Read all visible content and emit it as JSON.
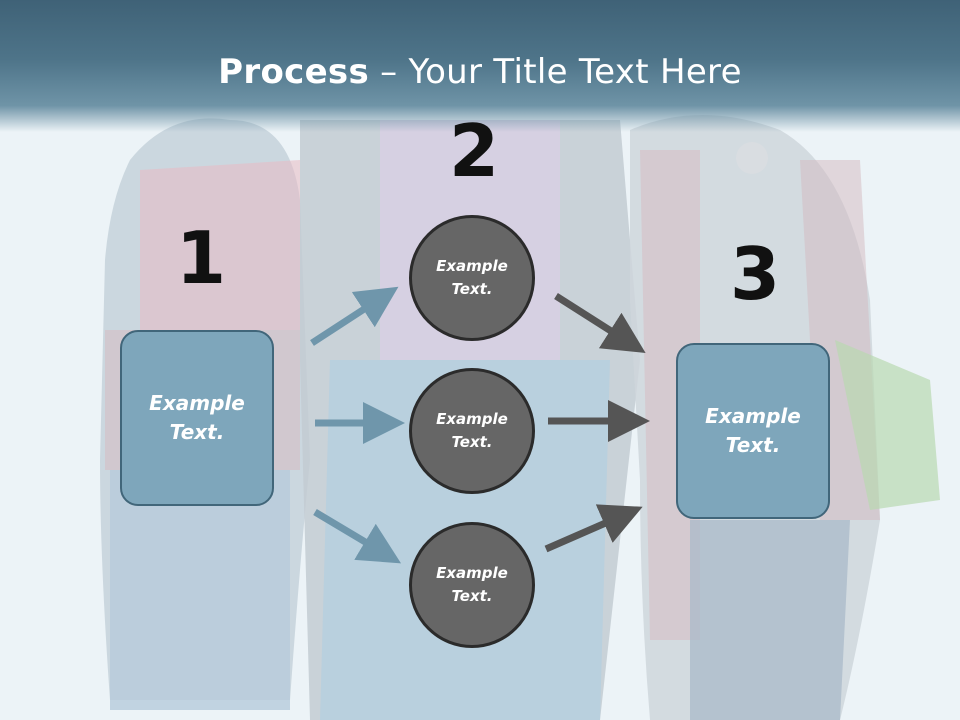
{
  "title": {
    "bold": "Process",
    "rest": " – Your Title Text Here"
  },
  "steps": [
    {
      "number": "1",
      "text_line1": "Example",
      "text_line2": "Text."
    },
    {
      "number": "2"
    },
    {
      "number": "3",
      "text_line1": "Example",
      "text_line2": "Text."
    }
  ],
  "circles": [
    {
      "text_line1": "Example",
      "text_line2": "Text."
    },
    {
      "text_line1": "Example",
      "text_line2": "Text."
    },
    {
      "text_line1": "Example",
      "text_line2": "Text."
    }
  ],
  "colors": {
    "title_bar": "#4e7489",
    "box_fill": "#7ea6bb",
    "circle_fill": "#666666",
    "blue_arrow": "#6f96ab",
    "gray_arrow": "#555555"
  }
}
